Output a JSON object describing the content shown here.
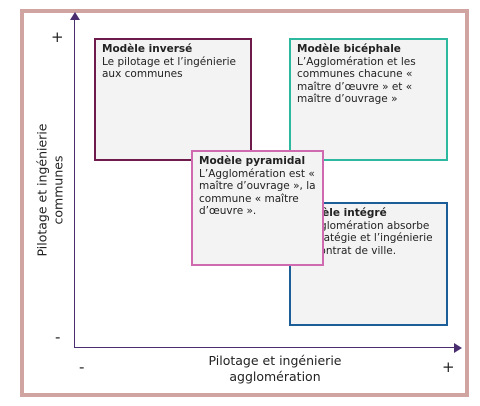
{
  "axes": {
    "y_label": "Pilotage et ingénierie communes",
    "x_label": "Pilotage et ingénierie agglomération",
    "y_plus": "+",
    "y_minus": "-",
    "x_minus": "-",
    "x_plus": "+"
  },
  "colors": {
    "frame": "#d0a4a0",
    "axis": "#4a2e70",
    "inverse": "#6e1a4a",
    "bicephale": "#2db8a0",
    "pyramidal": "#d06ab0",
    "integre": "#1c5f98"
  },
  "models": {
    "inverse": {
      "title": "Modèle inversé",
      "text": "Le pilotage et l’ingénierie aux communes"
    },
    "bicephale": {
      "title": "Modèle bicéphale",
      "text": "L’Agglomération et les communes chacune « maître d’œuvre » et « maître d’ouvrage »"
    },
    "pyramidal": {
      "title": "Modèle pyramidal",
      "text": "L’Agglomération est « maître d’ouvrage », la commune « maître d’œuvre »."
    },
    "integre": {
      "title": "Modèle intégré",
      "text": "L’Agglomération absorbe la stratégie et l’ingénierie du contrat de ville."
    }
  }
}
